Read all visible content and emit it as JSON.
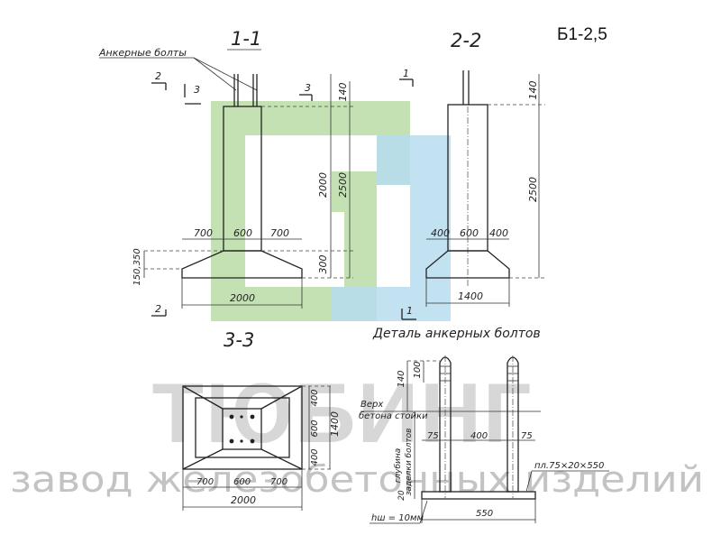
{
  "code": "Б1-2,5",
  "watermark": {
    "brand": "ТЮБИНГ",
    "tagline": "завод железобетонных изделий",
    "logo_colors": [
      "#b8dca6",
      "#b7dcef"
    ]
  },
  "view_1": {
    "title": "1-1",
    "anchor_label": "Анкерные болты",
    "cut_marks": [
      "2",
      "3",
      "3",
      "2"
    ],
    "dims": {
      "top": "140",
      "column": "2000",
      "total": "2500",
      "base": "300",
      "edge": "150,350",
      "left": "700",
      "mid": "600",
      "right": "700",
      "width": "2000"
    }
  },
  "view_2": {
    "title": "2-2",
    "cut_marks": [
      "1",
      "1"
    ],
    "dims": {
      "top": "140",
      "total": "2500",
      "left": "400",
      "mid": "600",
      "right": "400",
      "width": "1400"
    }
  },
  "view_3": {
    "title": "3-3",
    "dims": {
      "r1": "400",
      "r2": "600",
      "r3": "400",
      "height": "1400",
      "left": "700",
      "mid": "600",
      "right": "700",
      "width": "2000"
    }
  },
  "detail": {
    "title": "Деталь анкерных болтов",
    "top_label": "Верх",
    "top_label2": "бетона стойки",
    "depth_label": "глубина",
    "depth_label2": "заделки болтов",
    "dims": {
      "d140": "140",
      "d100": "100",
      "d75a": "75",
      "d400": "400",
      "d75b": "75",
      "d20": "20",
      "width": "550",
      "plate": "пл.75×20×550",
      "hsh": "hш = 10мм"
    }
  }
}
